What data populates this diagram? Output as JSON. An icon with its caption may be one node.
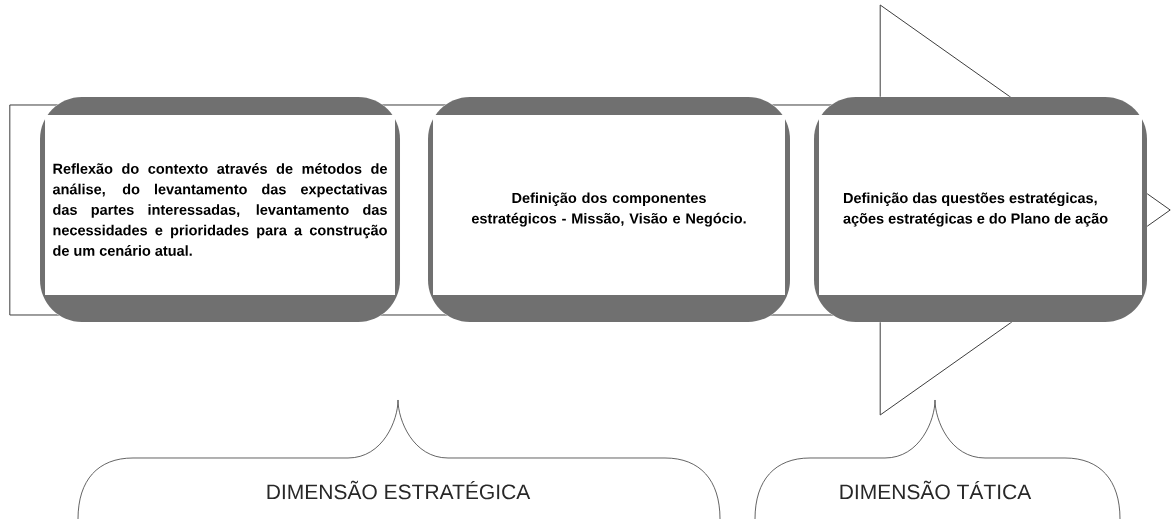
{
  "diagram": {
    "nodes": [
      {
        "text": [
          "Reflexão do contexto através de métodos de análise, do levantamento das expectativas das partes interessadas, levantamento das necessidades e prioridades para a construção de um cenário atual."
        ]
      },
      {
        "text": [
          "Definição dos componentes estratégicos - Missão, Visão e Negócio."
        ]
      },
      {
        "text": [
          "Definição das questões estratégicas, ações estratégicas e do Plano de ação"
        ]
      },
      {
        "text": [
          "DIMENSÃO ESTRATÉGICA"
        ]
      },
      {
        "text": [
          "DIMENSÃO TÁTICA"
        ]
      }
    ],
    "edges": [
      {
        "from": 0,
        "to": 2,
        "arrow": "to"
      }
    ]
  }
}
